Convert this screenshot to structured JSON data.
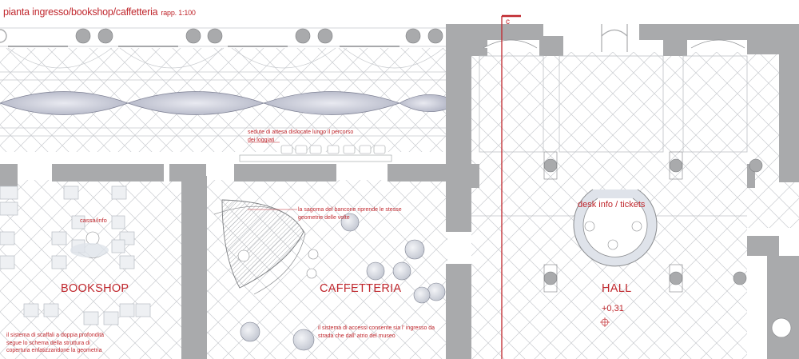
{
  "title": {
    "main": "pianta ingresso/bookshop/caffetteria",
    "scale": "rapp. 1:100"
  },
  "section_marker": "c",
  "rooms": {
    "bookshop": "BOOKSHOP",
    "caffetteria": "CAFFETTERIA",
    "hall": "HALL"
  },
  "level": "+0,31",
  "labels": {
    "cassa": "cassa/info",
    "desk": "desk info / tickets"
  },
  "notes": {
    "sedute": "sedute di attesa dislocate lungo il percorso dei loggiati",
    "sagoma": "la sagoma del bancone riprende le stesse geometrie delle volte",
    "scaffali": "il sistema di scaffali a doppia profondità segue lo schema della struttura di copertura enfatizzandone la geometria",
    "accessi": "il sistema di accessi consente sia l' ingresso da strada che dall' atrio del museo"
  },
  "colors": {
    "annotation": "#c0272d",
    "wall": "#a9aaac",
    "line": "#bfc2c6"
  }
}
